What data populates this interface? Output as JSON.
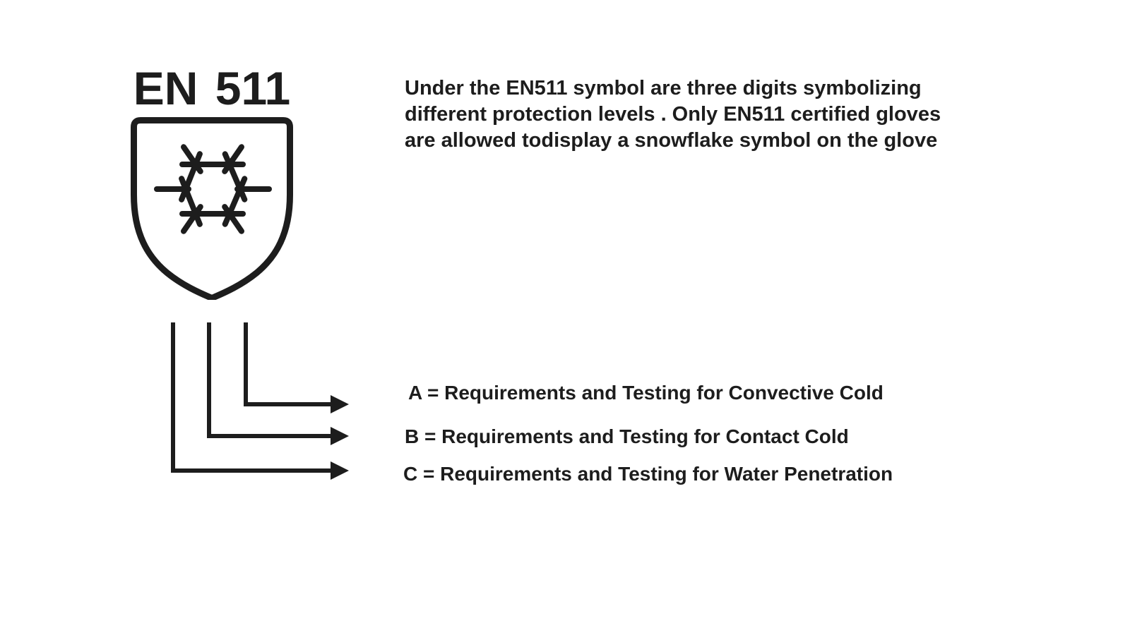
{
  "page": {
    "background": "#ffffff",
    "ink": "#1d1d1d"
  },
  "badge": {
    "title": "EN 511",
    "shield_icon": "en511-shield",
    "snowflake_icon": "snowflake"
  },
  "description": {
    "lines": [
      "Under the EN511 symbol are three digits symbolizing",
      "different protection levels . Only EN511 certified gloves",
      "are allowed todisplay a snowflake symbol on the glove"
    ]
  },
  "legend": {
    "items": [
      {
        "code": "A",
        "label": "A = Requirements and Testing for Convective Cold"
      },
      {
        "code": "B",
        "label": "B = Requirements and Testing for Contact Cold"
      },
      {
        "code": "C",
        "label": "C = Requirements and Testing for Water Penetration"
      }
    ]
  }
}
